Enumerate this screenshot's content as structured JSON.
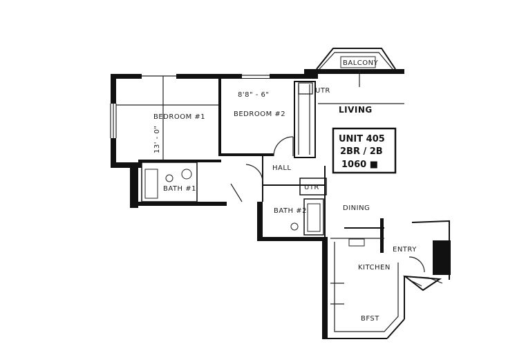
{
  "rooms": {
    "balcony": "BALCONY",
    "bedroom1": "BEDROOM #1",
    "bedroom2": "BEDROOM #2",
    "bedroom2_dim": "8'8\" - 6\"",
    "bedroom1_dim": "13' - 0\"",
    "living": "LIVING",
    "hall": "HALL",
    "bath1": "BATH #1",
    "bath2": "BATH #2",
    "utr_top": "UTR",
    "utr_mid": "UTR",
    "dining": "DINING",
    "entry": "ENTRY",
    "kitchen": "KITCHEN",
    "bfst": "BFST"
  },
  "unit_box": {
    "line1": "UNIT 405",
    "line2": "2BR / 2B",
    "line3": "1060 ■"
  }
}
